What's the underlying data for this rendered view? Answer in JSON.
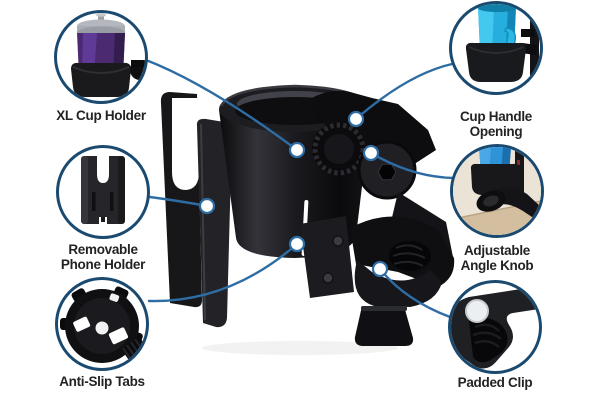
{
  "callouts": [
    {
      "id": "xl-cup-holder",
      "label": "XL Cup Holder",
      "line1": "XL Cup Holder",
      "line2": "",
      "icon": "purple-travel-cup-in-holder"
    },
    {
      "id": "removable-phone-holder",
      "label": "Removable Phone Holder",
      "line1": "Removable",
      "line2": "Phone Holder",
      "icon": "phone-holder-front"
    },
    {
      "id": "anti-slip-tabs",
      "label": "Anti-Slip Tabs",
      "line1": "Anti-Slip Tabs",
      "line2": "",
      "icon": "anti-slip-base-bottom"
    },
    {
      "id": "cup-handle-opening",
      "label": "Cup Handle Opening",
      "line1": "Cup Handle",
      "line2": "Opening",
      "icon": "cyan-cup-with-handle-in-holder"
    },
    {
      "id": "adjustable-angle-knob",
      "label": "Adjustable Angle Knob",
      "line1": "Adjustable",
      "line2": "Angle Knob",
      "icon": "angle-knob-with-blue-cup"
    },
    {
      "id": "padded-clip",
      "label": "Padded Clip",
      "line1": "Padded Clip",
      "line2": "",
      "icon": "padded-clamp-jaw"
    }
  ],
  "product": {
    "icon": "cup-holder-with-phone-holder-and-clamp"
  },
  "colors": {
    "background": "#ffffff",
    "leader_line": "#2e6da4",
    "circle_border": "#1b4a70",
    "label_text": "#232323",
    "product_black": "#141416",
    "cup_purple": "#5a3590",
    "cup_cyan": "#25aede",
    "cup_blue": "#2379bd"
  }
}
